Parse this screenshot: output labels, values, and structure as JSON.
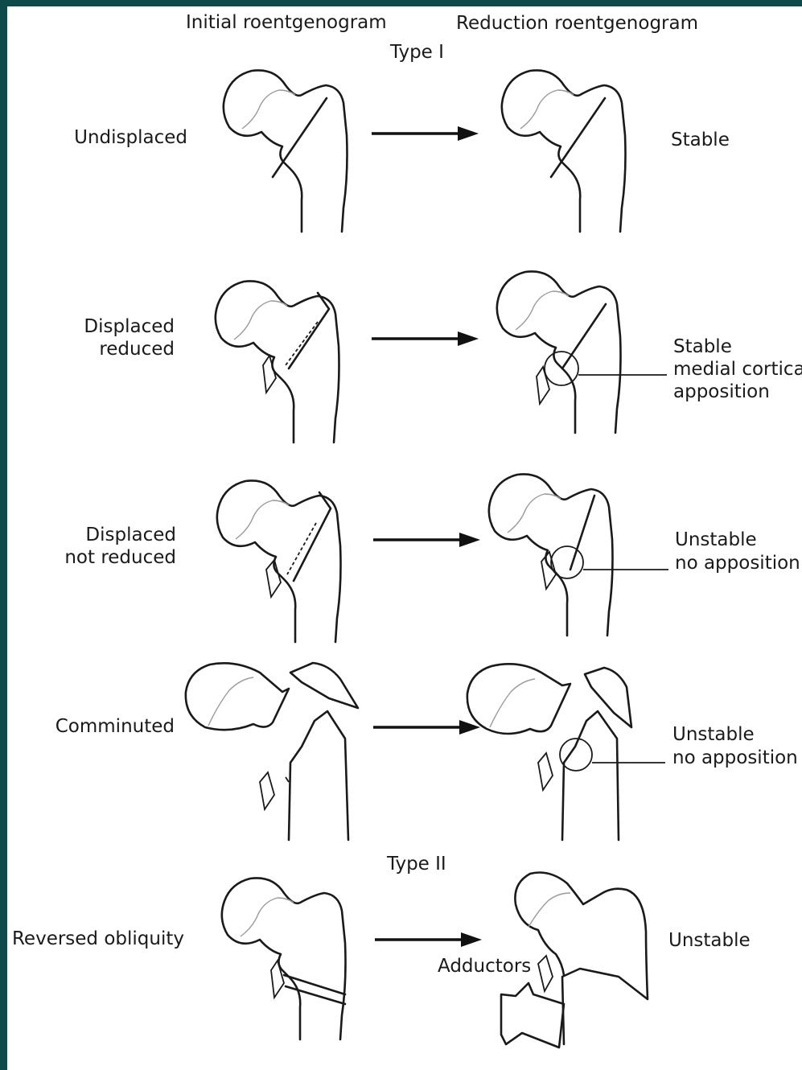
{
  "header": {
    "col_initial": "Initial roentgenogram",
    "col_reduction": "Reduction roentgenogram"
  },
  "type_labels": {
    "type1": "Type I",
    "type2": "Type II"
  },
  "rows": [
    {
      "label_lines": [
        "Undisplaced"
      ],
      "result_lines": [
        "Stable"
      ]
    },
    {
      "label_lines": [
        "Displaced",
        "reduced"
      ],
      "result_lines": [
        "Stable",
        "medial cortical",
        "apposition"
      ]
    },
    {
      "label_lines": [
        "Displaced",
        "not reduced"
      ],
      "result_lines": [
        "Unstable",
        "no apposition"
      ]
    },
    {
      "label_lines": [
        "Comminuted"
      ],
      "result_lines": [
        "Unstable",
        "no apposition"
      ]
    },
    {
      "label_lines": [
        "Reversed obliquity"
      ],
      "result_lines": [
        "Unstable"
      ],
      "annotation": "Adductors"
    }
  ]
}
